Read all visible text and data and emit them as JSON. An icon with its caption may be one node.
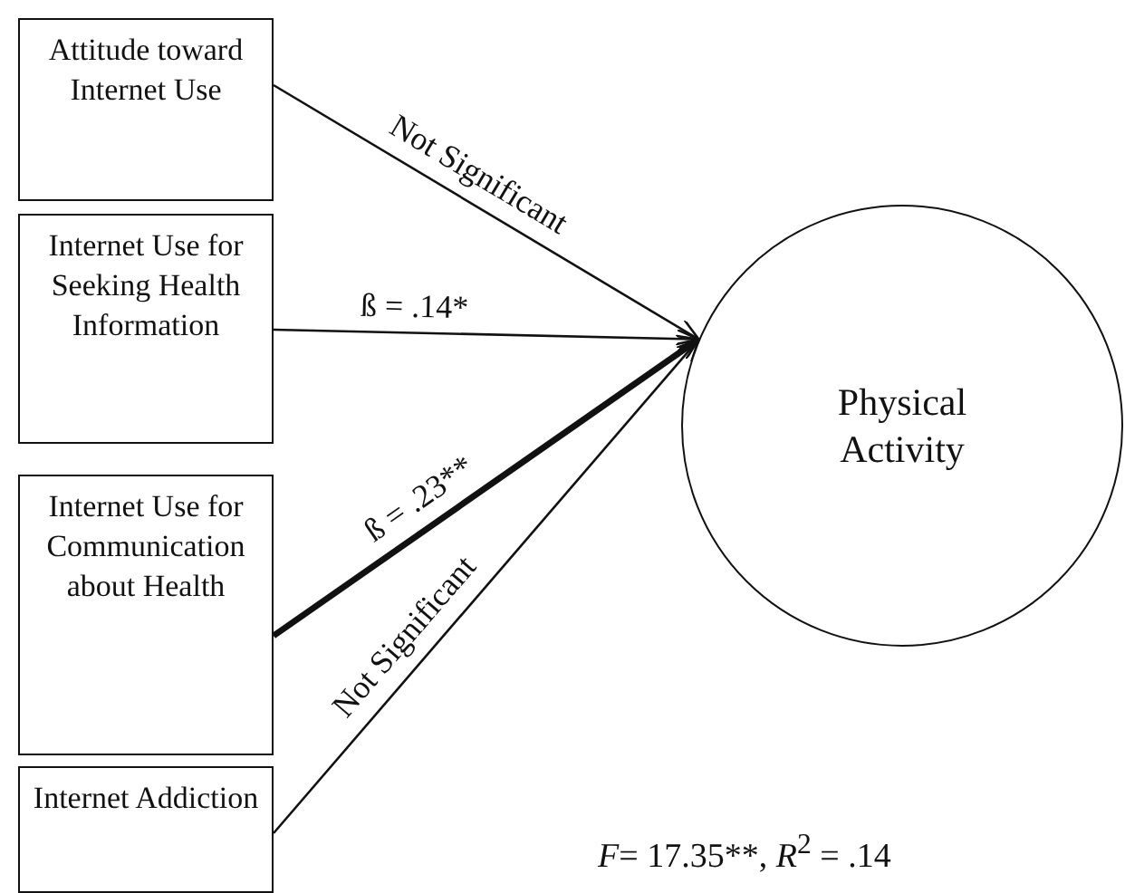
{
  "diagram": {
    "nodes": [
      {
        "text": [
          "Attitude toward Internet Use"
        ]
      },
      {
        "text": [
          "Internet Use for Seeking Health Information"
        ]
      },
      {
        "text": [
          "Internet Use for Communication about Health"
        ]
      },
      {
        "text": [
          "Internet Addiction"
        ]
      },
      {
        "text": [
          "Physical Activity"
        ]
      }
    ],
    "edges": [
      {
        "from": 0,
        "to": 4,
        "arrow": "to",
        "label": "Not Significant"
      },
      {
        "from": 1,
        "to": 4,
        "arrow": "to",
        "label": "ß = .14*"
      },
      {
        "from": 2,
        "to": 4,
        "arrow": "to",
        "label": "ß = .23**",
        "style": "thick"
      },
      {
        "from": 3,
        "to": 4,
        "arrow": "to",
        "label": "Not Significant"
      }
    ],
    "labels": [
      "*F*= 17.35**, *R*$^{2}$ = .14"
    ]
  }
}
